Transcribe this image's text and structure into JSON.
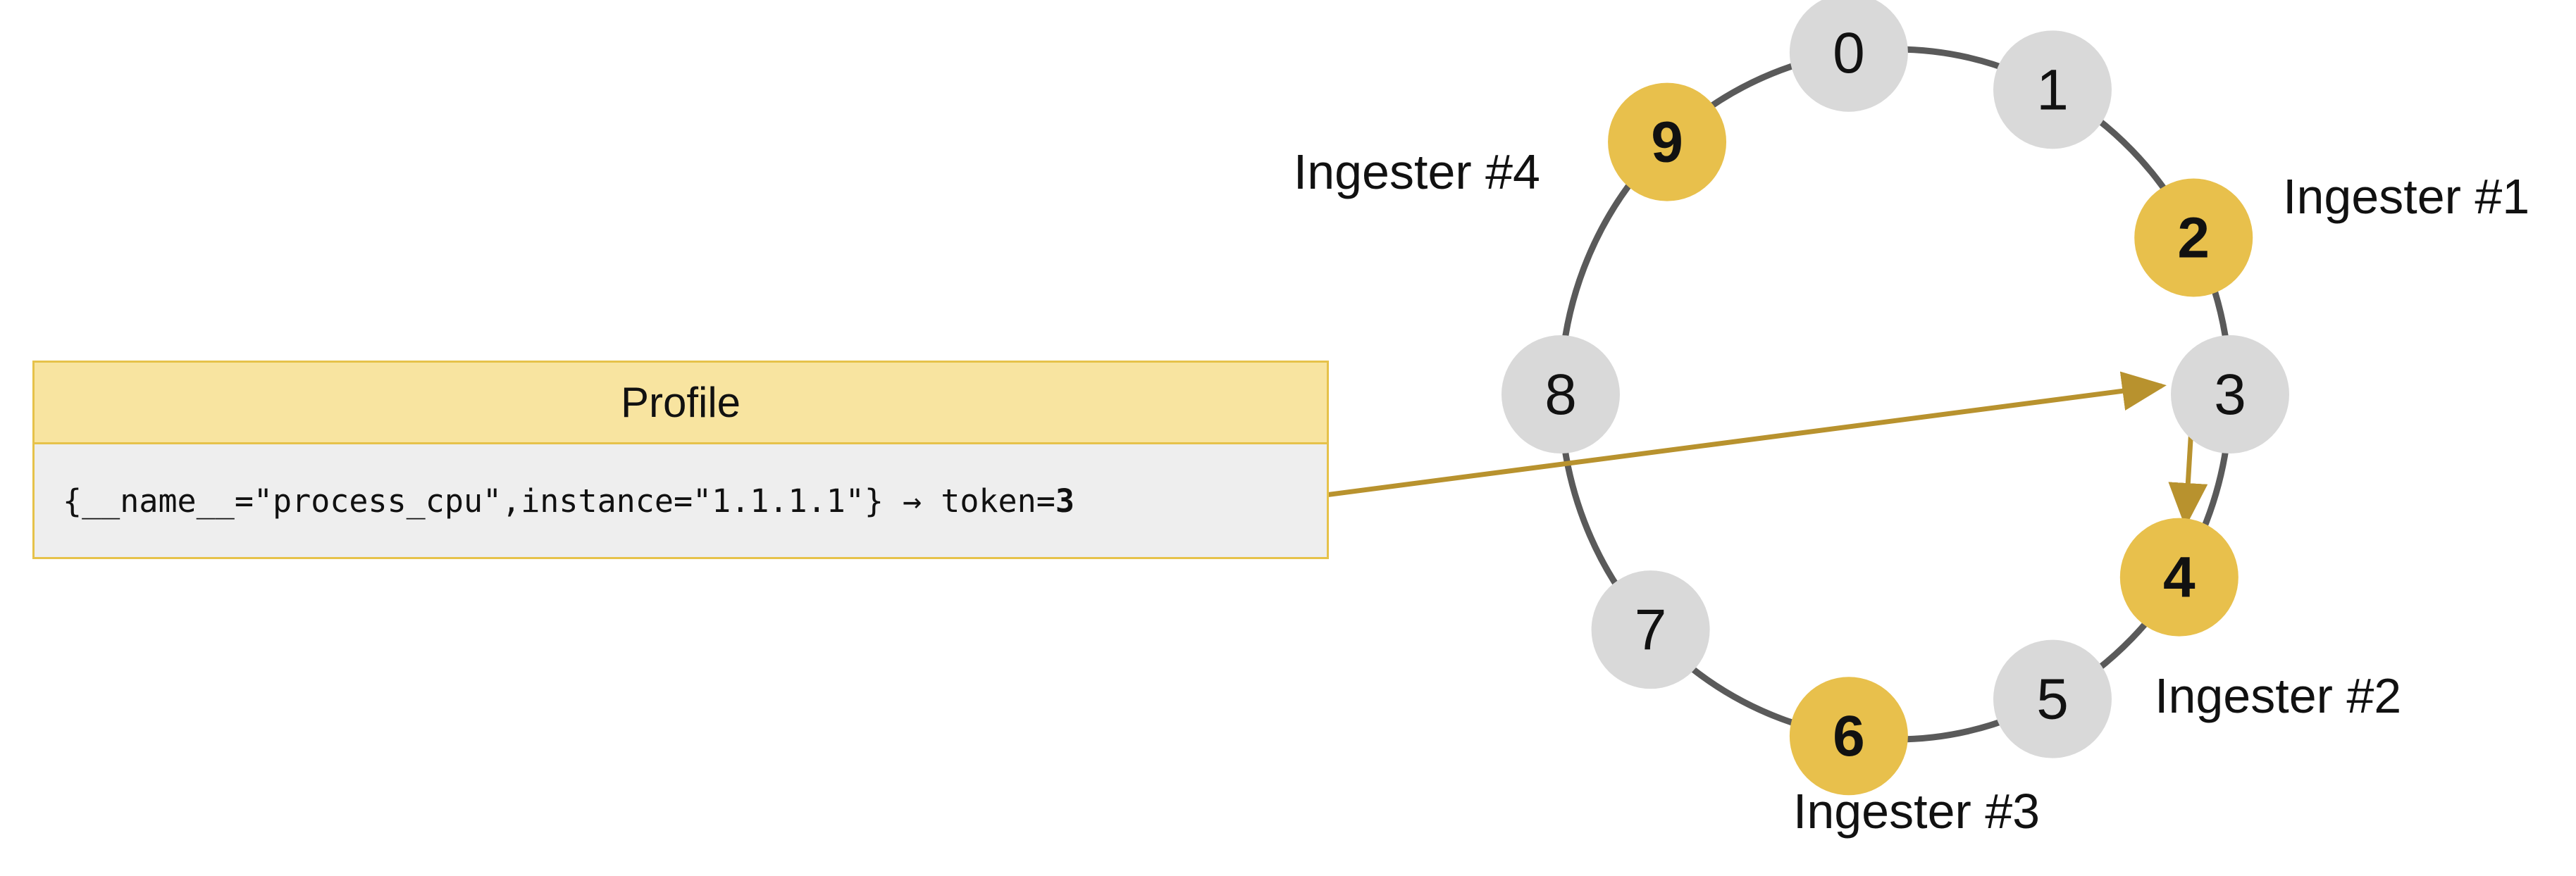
{
  "colors": {
    "ring": "#5a5a5a",
    "token_default": "#d9d9d9",
    "token_assigned": "#e8c04c",
    "arrow": "#b8922e",
    "profile_header_bg": "#f8e4a0",
    "profile_body_bg": "#eeeeee",
    "profile_border": "#e6c24a"
  },
  "profile": {
    "title": "Profile",
    "label_text": "{__name__=\"process_cpu\",instance=\"1.1.1.1\"} → token=",
    "token_value": "3"
  },
  "tokens": [
    {
      "label": "0",
      "assigned": false
    },
    {
      "label": "1",
      "assigned": false
    },
    {
      "label": "2",
      "assigned": true
    },
    {
      "label": "3",
      "assigned": false
    },
    {
      "label": "4",
      "assigned": true
    },
    {
      "label": "5",
      "assigned": false
    },
    {
      "label": "6",
      "assigned": true
    },
    {
      "label": "7",
      "assigned": false
    },
    {
      "label": "8",
      "assigned": false
    },
    {
      "label": "9",
      "assigned": true
    }
  ],
  "ingesters": [
    {
      "label": "Ingester #1",
      "token": "2"
    },
    {
      "label": "Ingester #2",
      "token": "4"
    },
    {
      "label": "Ingester #3",
      "token": "6"
    },
    {
      "label": "Ingester #4",
      "token": "9"
    }
  ]
}
